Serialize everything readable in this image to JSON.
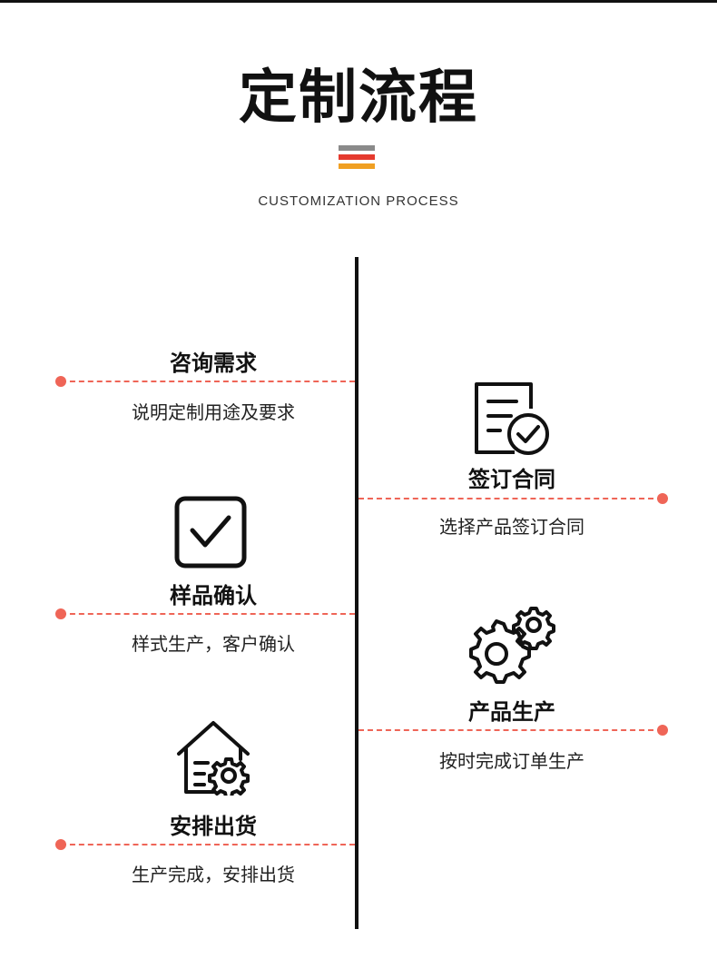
{
  "header": {
    "title": "定制流程",
    "subtitle": "CUSTOMIZATION PROCESS",
    "flag_colors": [
      "#8a8a8a",
      "#e53a2e",
      "#f0a023"
    ]
  },
  "accent_color": "#ef6557",
  "steps": [
    {
      "title": "咨询需求",
      "desc": "说明定制用途及要求",
      "side": "left",
      "icon": ""
    },
    {
      "title": "签订合同",
      "desc": "选择产品签订合同",
      "side": "right",
      "icon": "contract-check-icon"
    },
    {
      "title": "样品确认",
      "desc": "样式生产，客户确认",
      "side": "left",
      "icon": "checkbox-icon"
    },
    {
      "title": "产品生产",
      "desc": "按时完成订单生产",
      "side": "right",
      "icon": "gears-icon"
    },
    {
      "title": "安排出货",
      "desc": "生产完成，安排出货",
      "side": "left",
      "icon": "warehouse-gear-icon"
    }
  ]
}
